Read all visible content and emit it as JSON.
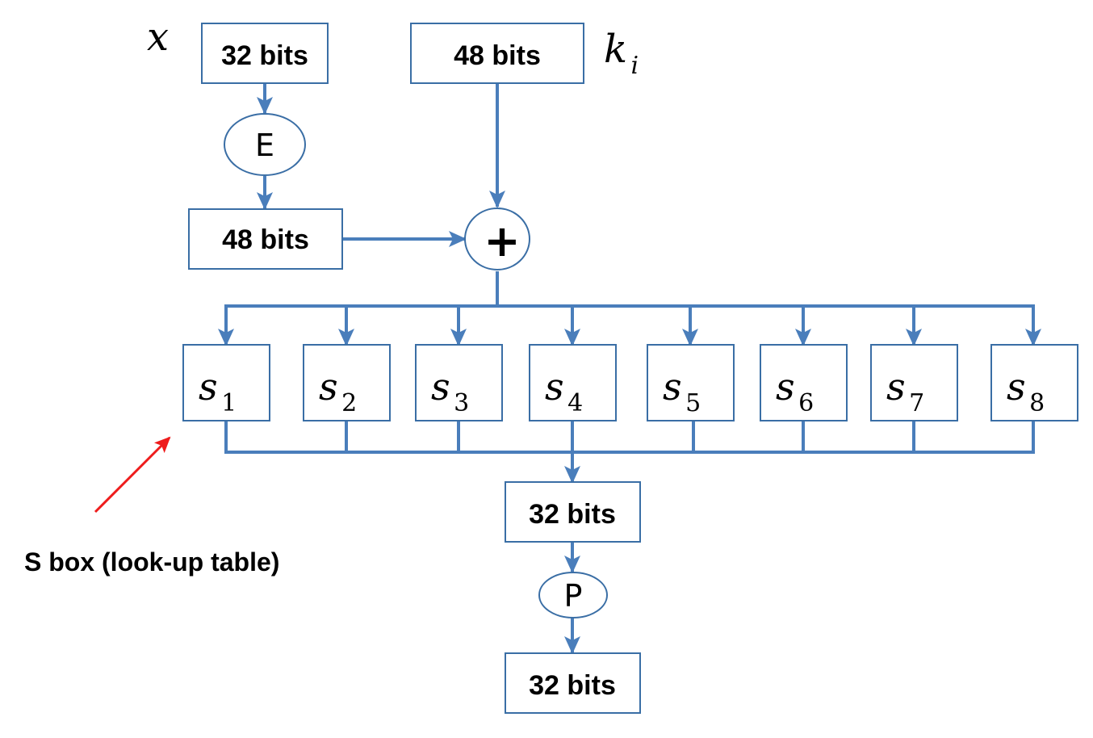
{
  "inputs": {
    "x_label": "x",
    "x_box": "32 bits",
    "key_label": "k",
    "key_subscript": "i",
    "key_box": "48 bits"
  },
  "expansion": {
    "op_label": "E",
    "output_box": "48 bits"
  },
  "xor": {
    "symbol": "+"
  },
  "sboxes": [
    {
      "base": "s",
      "sub": "1"
    },
    {
      "base": "s",
      "sub": "2"
    },
    {
      "base": "s",
      "sub": "3"
    },
    {
      "base": "s",
      "sub": "4"
    },
    {
      "base": "s",
      "sub": "5"
    },
    {
      "base": "s",
      "sub": "6"
    },
    {
      "base": "s",
      "sub": "7"
    },
    {
      "base": "s",
      "sub": "8"
    }
  ],
  "output": {
    "sbox_out_box": "32 bits",
    "perm_label": "P",
    "final_box": "32 bits"
  },
  "annotation": {
    "text": "S box (look-up table)"
  },
  "colors": {
    "line": "#4a7ebb",
    "box_border": "#3a6ea5",
    "annotation_arrow": "#ee1c1c"
  }
}
